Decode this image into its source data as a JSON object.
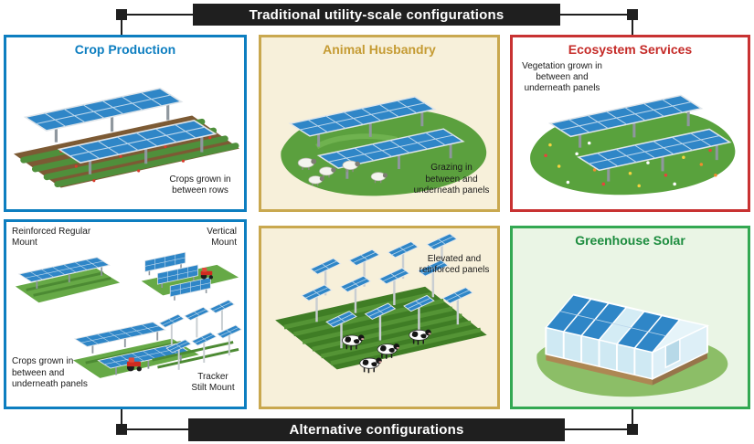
{
  "diagram": {
    "top_banner": "Traditional utility-scale configurations",
    "bottom_banner": "Alternative configurations"
  },
  "panels": {
    "crop_production": {
      "title": "Crop Production",
      "note": "Crops grown in between rows"
    },
    "animal_husbandry": {
      "title": "Animal Husbandry",
      "note": "Grazing in between and underneath panels"
    },
    "ecosystem_services": {
      "title": "Ecosystem Services",
      "note": "Vegetation grown in between and underneath panels"
    },
    "alternative_mounts": {
      "note_top_left": "Reinforced Regular Mount",
      "note_top_right": "Vertical Mount",
      "note_bottom_left": "Crops grown in between and underneath panels",
      "note_bottom_right": "Tracker Stilt Mount"
    },
    "elevated_panels": {
      "note": "Elevated and reinforced panels"
    },
    "greenhouse_solar": {
      "title": "Greenhouse Solar"
    }
  },
  "colors": {
    "banner": "#1f1f1f",
    "crop_production_accent": "#0d7ec0",
    "animal_husbandry_accent": "#c59b33",
    "ecosystem_services_accent": "#c52b28",
    "greenhouse_accent": "#1c8c3e",
    "tan_panel_bg": "#f7f0da",
    "green_panel_bg": "#eaf5e5",
    "solar_panel_blue": "#2f86c7"
  }
}
